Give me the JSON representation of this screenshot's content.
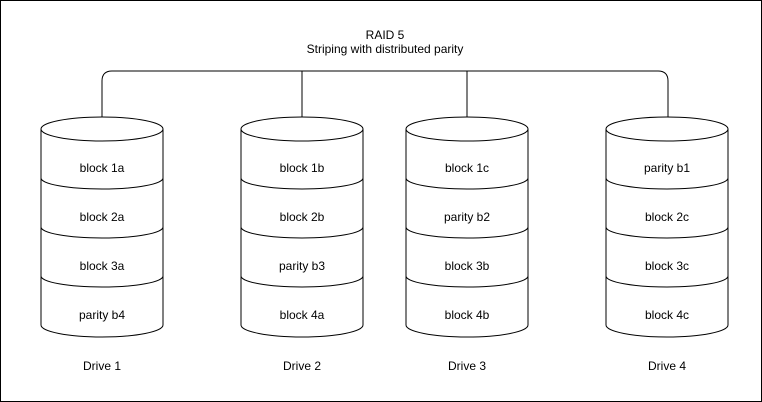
{
  "title": {
    "line1": "RAID 5",
    "line2": "Striping with distributed parity"
  },
  "colors": {
    "stroke": "#000000",
    "fill": "#ffffff",
    "text": "#000000",
    "border": "#000000"
  },
  "drives": [
    {
      "label": "Drive 1",
      "blocks": [
        "block 1a",
        "block 2a",
        "block 3a",
        "parity b4"
      ]
    },
    {
      "label": "Drive 2",
      "blocks": [
        "block 1b",
        "block 2b",
        "parity b3",
        "block 4a"
      ]
    },
    {
      "label": "Drive 3",
      "blocks": [
        "block 1c",
        "parity b2",
        "block 3b",
        "block 4b"
      ]
    },
    {
      "label": "Drive 4",
      "blocks": [
        "parity b1",
        "block 2c",
        "block 3c",
        "block 4c"
      ]
    }
  ]
}
